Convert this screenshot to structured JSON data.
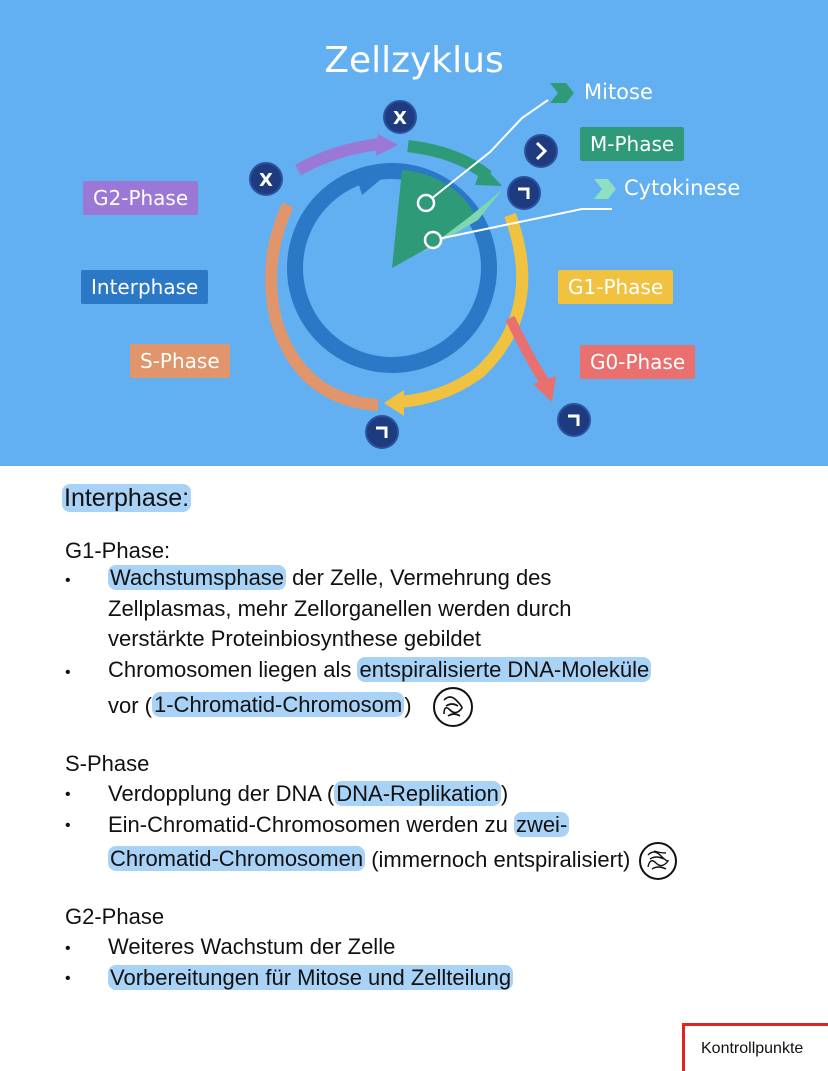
{
  "diagram": {
    "title": "Zellzyklus",
    "labels": {
      "mitose": "Mitose",
      "m_phase": "M-Phase",
      "cytokinese": "Cytokinese",
      "g2_phase": "G2-Phase",
      "interphase": "Interphase",
      "s_phase": "S-Phase",
      "g1_phase": "G1-Phase",
      "g0_phase": "G0-Phase"
    },
    "colors": {
      "background": "#62b0f2",
      "m_phase": "#2e9a78",
      "g2_phase": "#9b78d6",
      "interphase": "#2a78c6",
      "s_phase": "#e0956a",
      "g1_phase": "#f1c240",
      "g0_phase": "#ea6f6f",
      "checkpoint": "#1f3b80"
    },
    "icons": [
      "checkpoint-icon",
      "chromosome-x-icon",
      "clock-icon"
    ]
  },
  "notes": {
    "heading": "Interphase:",
    "g1": {
      "title": "G1-Phase:",
      "b1_hl": "Wachstumsphase",
      "b1_l1_rest": " der Zelle, Vermehrung des",
      "b1_l2": "Zellplasmas, mehr Zellorganellen werden durch",
      "b1_l3": "verstärkte Proteinbiosynthese gebildet",
      "b2_l1_pre": "Chromosomen liegen als ",
      "b2_l1_hl": "entspiralisierte DNA-Moleküle",
      "b2_l2_pre": "vor (",
      "b2_l2_hl": "1-Chromatid-Chromosom",
      "b2_l2_post": ")"
    },
    "s": {
      "title": "S-Phase",
      "b1_pre": "Verdopplung der DNA (",
      "b1_hl": "DNA-Replikation",
      "b1_post": ")",
      "b2_l1_pre": "Ein-Chromatid-Chromosomen werden zu ",
      "b2_l1_hl": "zwei-",
      "b2_l2_hl": "Chromatid-Chromosomen",
      "b2_l2_post": " (immernoch entspiralisiert)"
    },
    "g2": {
      "title": "G2-Phase",
      "b1": "Weiteres Wachstum der Zelle",
      "b2_hl": "Vorbereitungen für Mitose und Zellteilung"
    },
    "bullet": "•",
    "highlight_color": "#a9d2f7"
  },
  "footer": {
    "checkpoints_label": "Kontrollpunkte",
    "box_color": "#e02424"
  }
}
